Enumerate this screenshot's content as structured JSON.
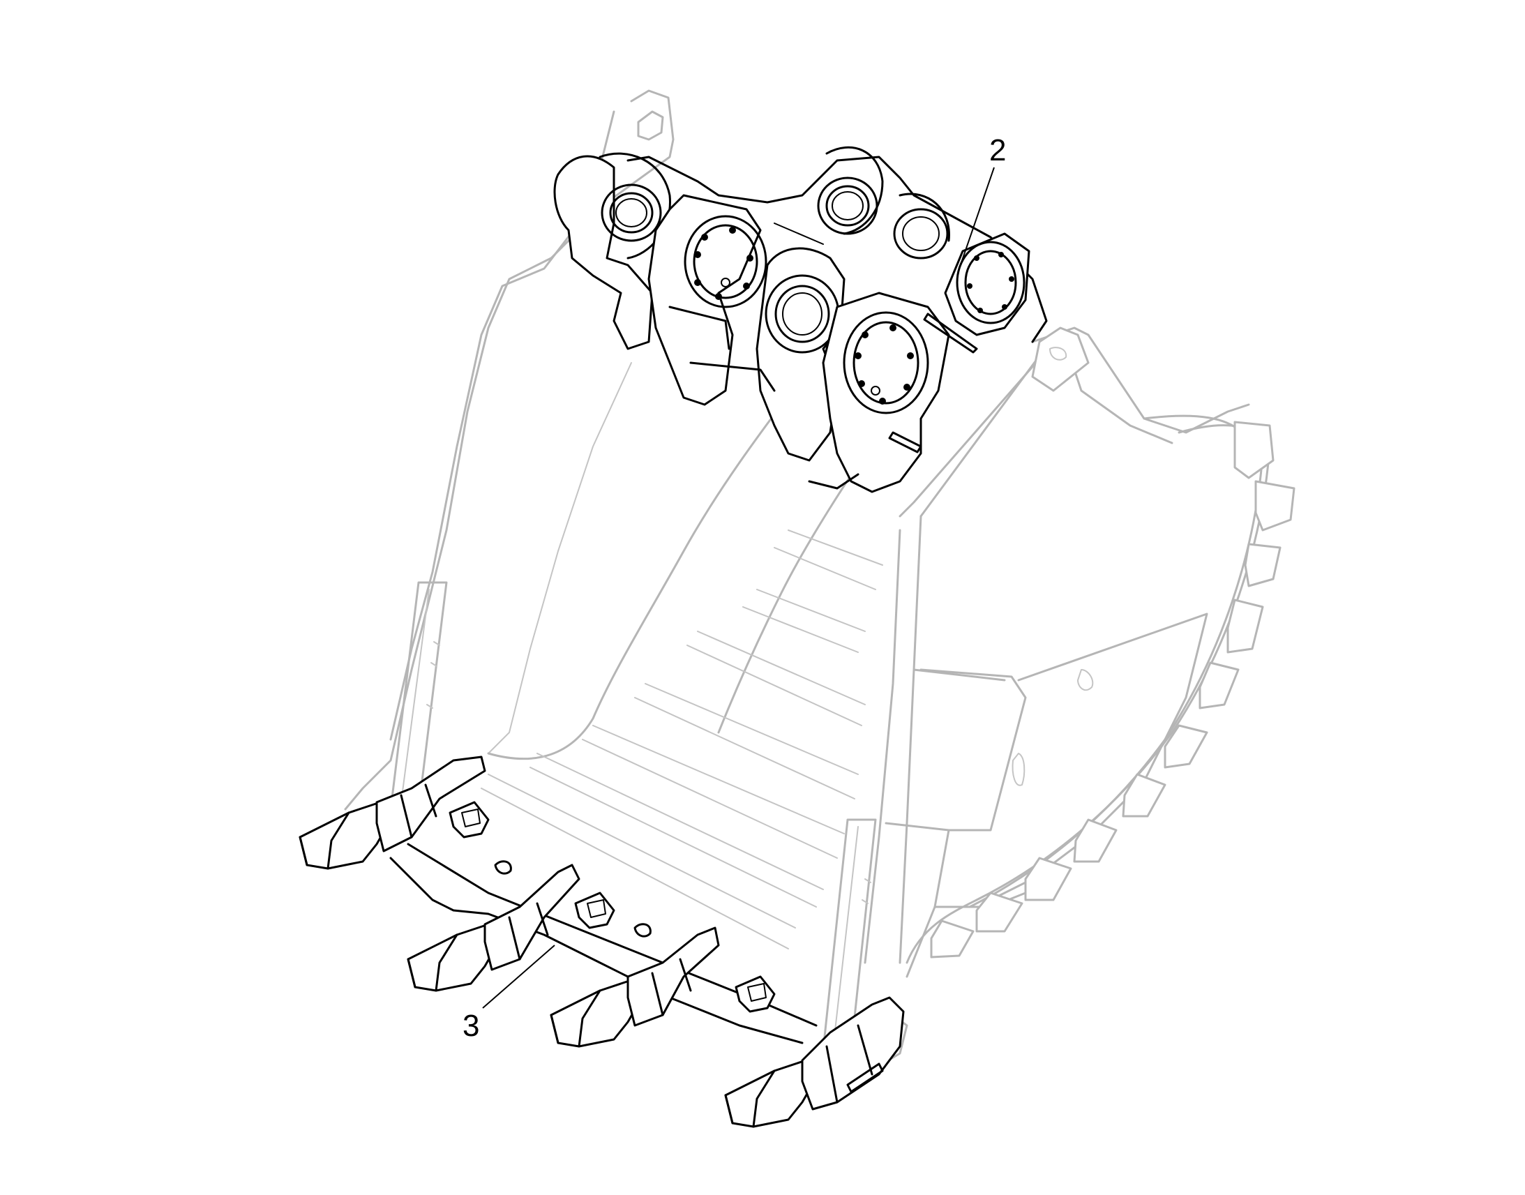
{
  "figure": {
    "callouts": [
      {
        "id": "2",
        "label": "2"
      },
      {
        "id": "3",
        "label": "3"
      }
    ]
  },
  "colors": {
    "highlight_ink": "#000000",
    "ghost_ink": "#b5b5b5",
    "background": "#ffffff"
  }
}
